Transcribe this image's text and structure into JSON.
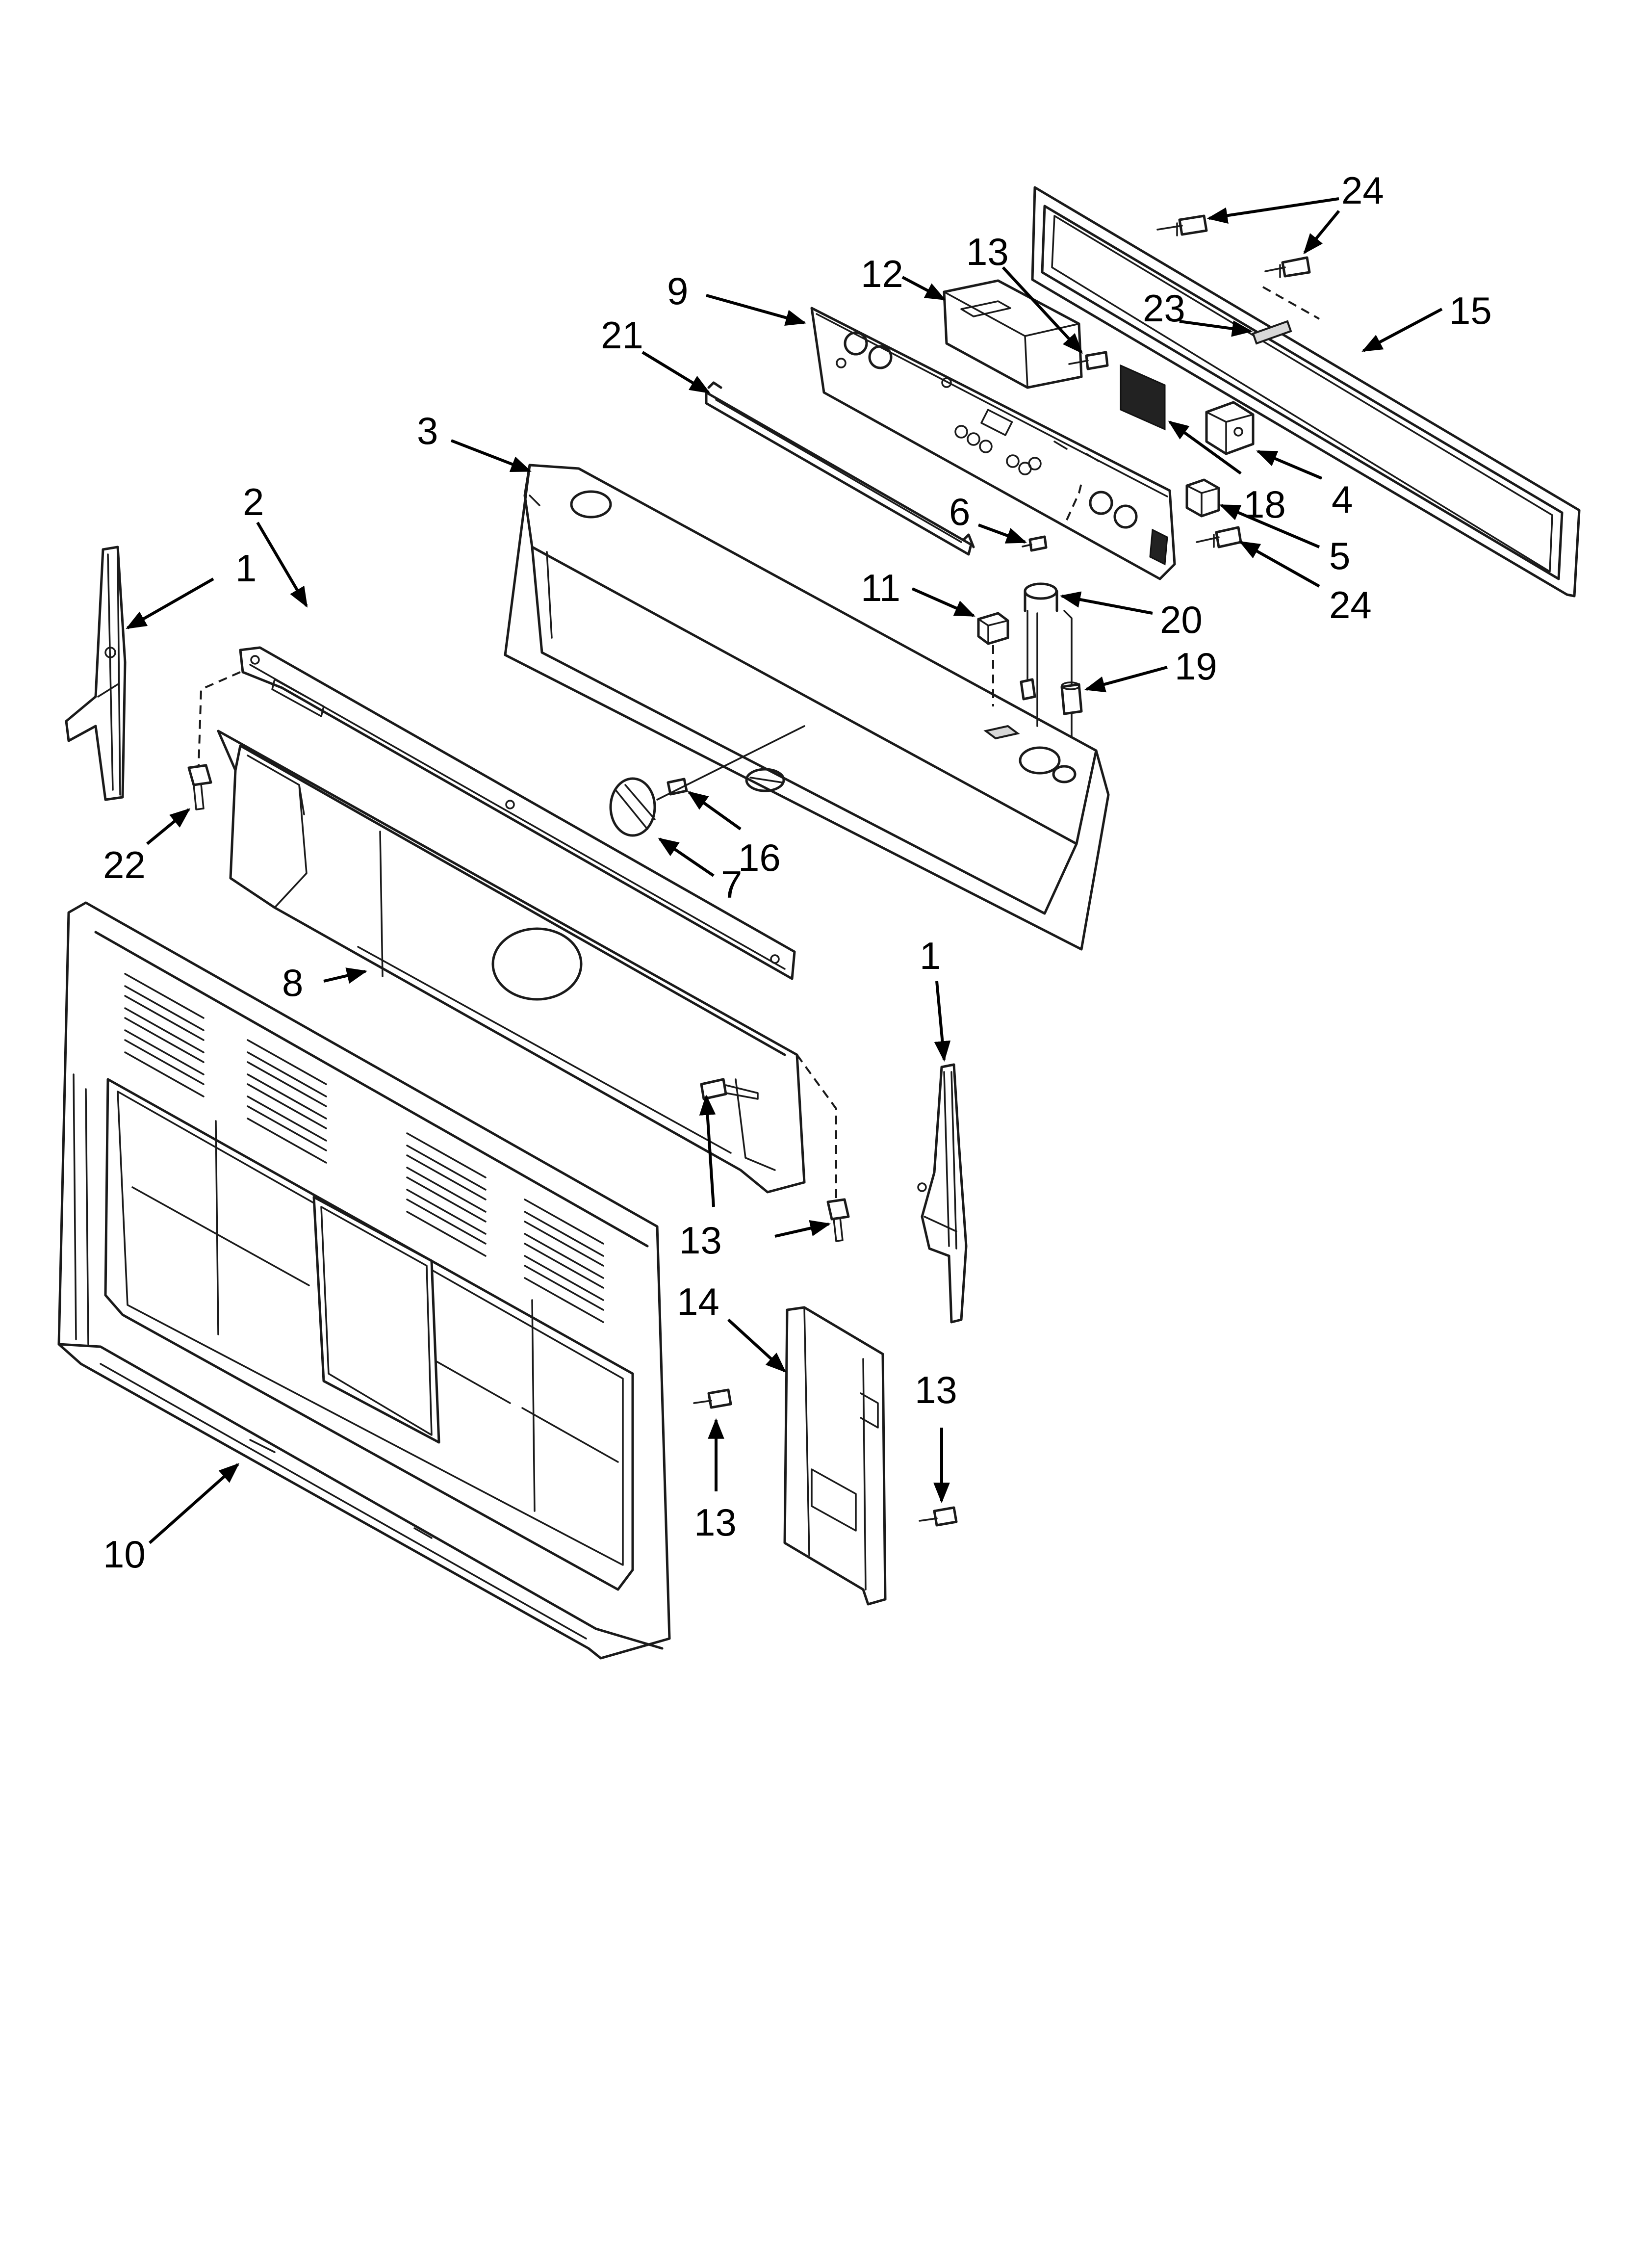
{
  "callouts": [
    {
      "id": "c24a",
      "label": "24"
    },
    {
      "id": "c13a",
      "label": "13"
    },
    {
      "id": "c12",
      "label": "12"
    },
    {
      "id": "c9",
      "label": "9"
    },
    {
      "id": "c23",
      "label": "23"
    },
    {
      "id": "c15",
      "label": "15"
    },
    {
      "id": "c21",
      "label": "21"
    },
    {
      "id": "c3",
      "label": "3"
    },
    {
      "id": "c4",
      "label": "4"
    },
    {
      "id": "c18",
      "label": "18"
    },
    {
      "id": "c2",
      "label": "2"
    },
    {
      "id": "c6",
      "label": "6"
    },
    {
      "id": "c5",
      "label": "5"
    },
    {
      "id": "c24b",
      "label": "24"
    },
    {
      "id": "c1a",
      "label": "1"
    },
    {
      "id": "c11",
      "label": "11"
    },
    {
      "id": "c20",
      "label": "20"
    },
    {
      "id": "c19",
      "label": "19"
    },
    {
      "id": "c22",
      "label": "22"
    },
    {
      "id": "c16",
      "label": "16"
    },
    {
      "id": "c7",
      "label": "7"
    },
    {
      "id": "c8",
      "label": "8"
    },
    {
      "id": "c1b",
      "label": "1"
    },
    {
      "id": "c13b",
      "label": "13"
    },
    {
      "id": "c14",
      "label": "14"
    },
    {
      "id": "c13c",
      "label": "13"
    },
    {
      "id": "c13d",
      "label": "13"
    },
    {
      "id": "c10",
      "label": "10"
    }
  ]
}
